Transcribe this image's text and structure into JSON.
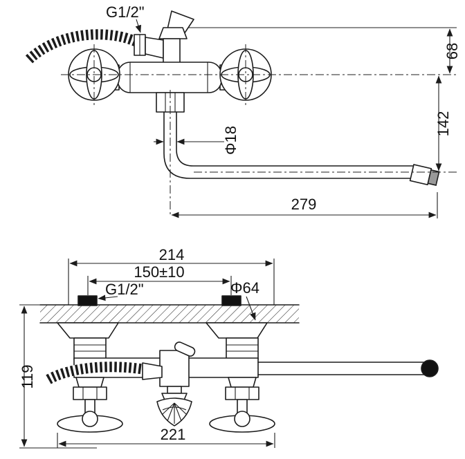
{
  "drawing": {
    "background": "#ffffff",
    "line_color": "#1c1c1c"
  },
  "top_view": {
    "thread_label": "G1/2\"",
    "dims": {
      "upper_height": "68",
      "spout_drop": "142",
      "pipe_diameter": "Φ18",
      "spout_reach": "279"
    }
  },
  "front_view": {
    "dims": {
      "overall_width": "214",
      "mount_centers": "150±10",
      "thread": "G1/2\"",
      "flange_diameter": "Φ64",
      "depth": "119",
      "handle_span": "221"
    }
  }
}
